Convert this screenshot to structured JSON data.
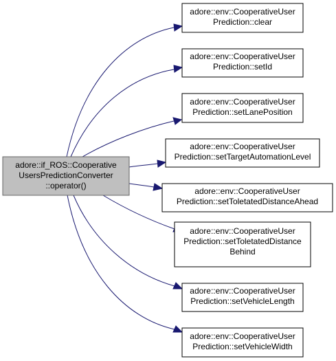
{
  "graph": {
    "source": {
      "lines": [
        "adore::if_ROS::Cooperative",
        "UsersPredictionConverter",
        "::operator()"
      ]
    },
    "targets": [
      {
        "lines": [
          "adore::env::CooperativeUser",
          "Prediction::clear"
        ]
      },
      {
        "lines": [
          "adore::env::CooperativeUser",
          "Prediction::setId"
        ]
      },
      {
        "lines": [
          "adore::env::CooperativeUser",
          "Prediction::setLanePosition"
        ]
      },
      {
        "lines": [
          "adore::env::CooperativeUser",
          "Prediction::setTargetAutomationLevel"
        ]
      },
      {
        "lines": [
          "adore::env::CooperativeUser",
          "Prediction::setToletatedDistanceAhead"
        ]
      },
      {
        "lines": [
          "adore::env::CooperativeUser",
          "Prediction::setToletatedDistance",
          "Behind"
        ]
      },
      {
        "lines": [
          "adore::env::CooperativeUser",
          "Prediction::setVehicleLength"
        ]
      },
      {
        "lines": [
          "adore::env::CooperativeUser",
          "Prediction::setVehicleWidth"
        ]
      }
    ],
    "colors": {
      "edge": "#191970",
      "source_fill": "#bfbfbf",
      "source_stroke": "#666666",
      "node_fill": "#ffffff",
      "node_stroke": "#000000"
    }
  }
}
